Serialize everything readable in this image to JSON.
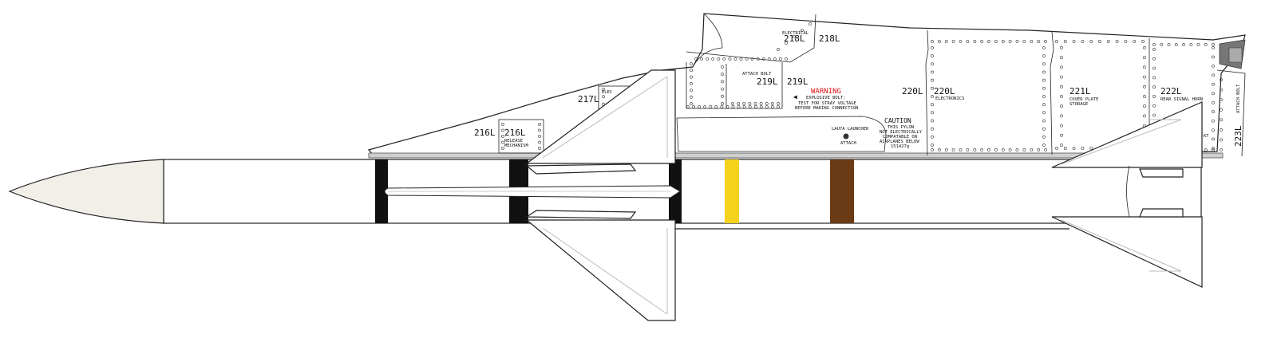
{
  "drawing": {
    "labels": {
      "l216_outer": "216L",
      "l216_inner": "216L",
      "release": "RELEASE",
      "mechanism": "MECHANISM",
      "l217": "217L",
      "elec_small": "ELEC",
      "electrical": "ELECTRICAL",
      "l218_a": "218L",
      "l218_b": "218L",
      "attach_bolt_1": "ATTACH BOLT",
      "l219_a": "219L",
      "l219_b": "219L",
      "warning_title": "WARNING",
      "warning_line1": "EXPLOSIVE BOLT:",
      "warning_line2": "TEST FOR STRAY VOLTAGE",
      "warning_line3": "BEFORE MAKING CONNECTION",
      "l220_a": "220L",
      "l220_b": "220L",
      "electronics": "ELECTRONICS",
      "caution_title": "CAUTION",
      "caution_line1": "THIS PYLON",
      "caution_line2": "NOT ELECTRICALLY",
      "caution_line3": "COMPATABLE ON",
      "caution_line4": "AIRPLANES BELOW",
      "caution_line5": "151427g",
      "launcher": "LAU7A LAUNCHER",
      "attach_small": "ATTACH",
      "l221": "221L",
      "cover_plate": "COVER PLATE",
      "storage": "STORAGE",
      "l222": "222L",
      "rear_signal": "REAR SIGNAL HORN",
      "attach_bolt_2": "ATTACH BOLT",
      "l223": "223L",
      "kt": "KT"
    },
    "colors": {
      "nose": "#f1efe8",
      "yellow_band": "#f4d21c",
      "brown_band": "#6a3b14",
      "black_band": "#111111",
      "pylon_grey": "#cfcfcf"
    }
  }
}
